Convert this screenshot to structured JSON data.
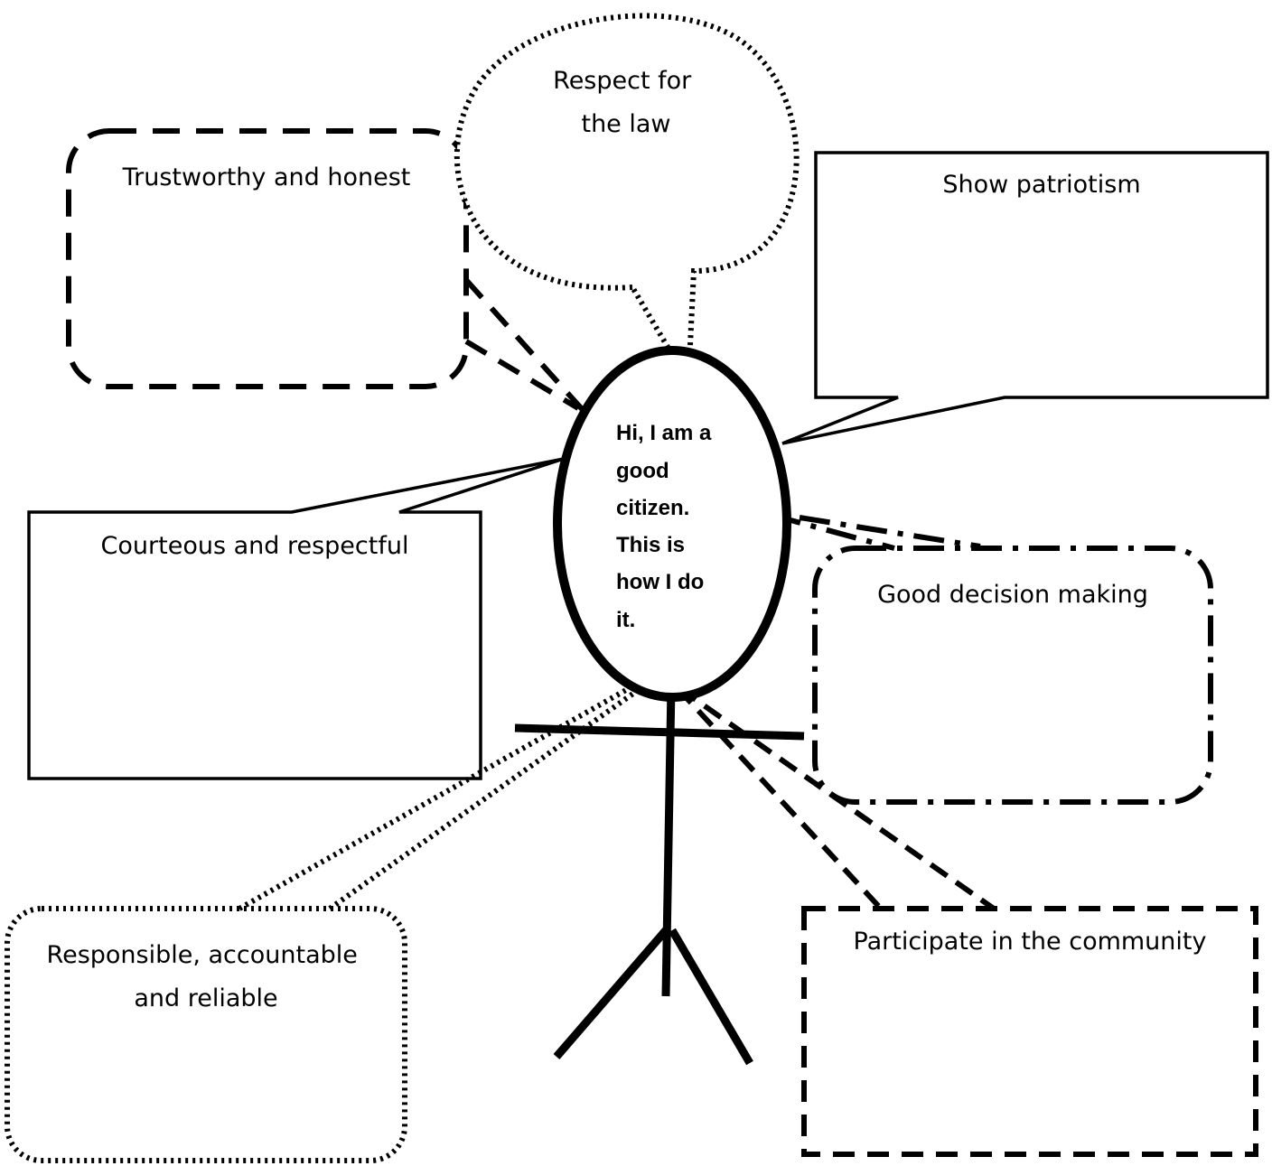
{
  "center": {
    "lines": [
      "Hi, I am a",
      "good",
      "citizen.",
      "This is",
      "how I do",
      "it."
    ]
  },
  "bubbles": {
    "respect_law": {
      "lines": [
        "Respect for",
        "the law"
      ]
    },
    "trustworthy": {
      "lines": [
        "Trustworthy and honest"
      ]
    },
    "patriotism": {
      "lines": [
        "Show patriotism"
      ]
    },
    "courteous": {
      "lines": [
        "Courteous and respectful"
      ]
    },
    "decision": {
      "lines": [
        "Good decision making"
      ]
    },
    "responsible": {
      "lines": [
        "Responsible, accountable",
        "and reliable"
      ]
    },
    "community": {
      "lines": [
        "Participate in the community"
      ]
    }
  }
}
